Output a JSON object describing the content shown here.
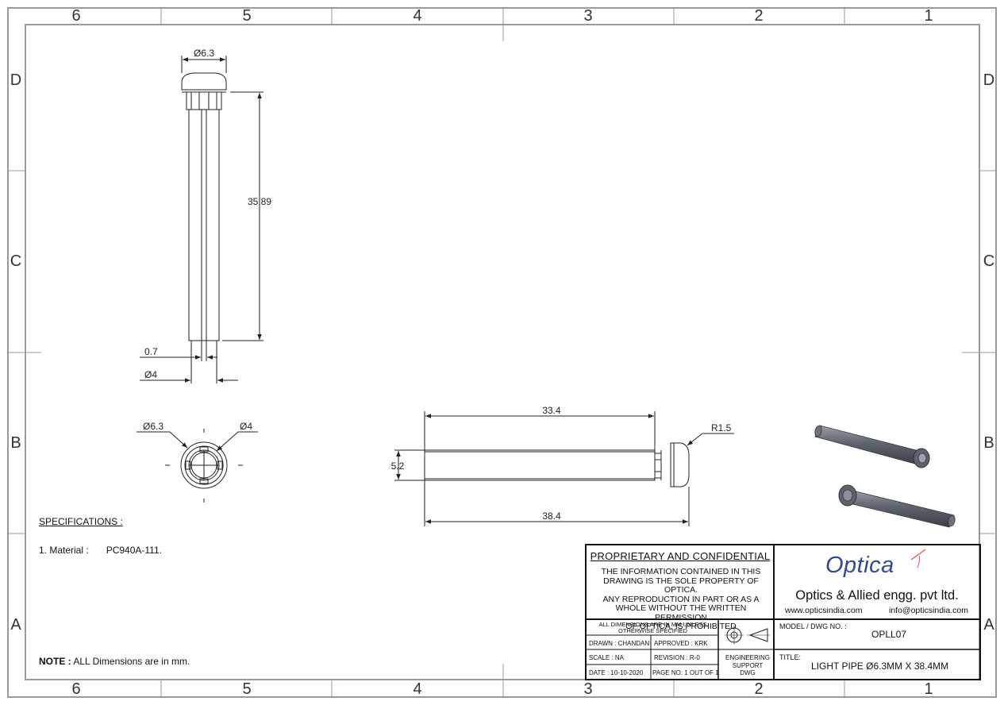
{
  "border": {
    "columns": [
      "6",
      "5",
      "4",
      "3",
      "2",
      "1"
    ],
    "rows": [
      "D",
      "C",
      "B",
      "A"
    ]
  },
  "dimensions": {
    "top_dia": "Ø6.3",
    "length": "35.89",
    "wall": "0.7",
    "dia_small": "Ø4",
    "end_dia_outer": "Ø6.3",
    "end_dia_inner": "Ø4",
    "side_length": "33.4",
    "side_height": "5.2",
    "overall_length": "38.4",
    "radius": "R1.5"
  },
  "specifications": {
    "title": "SPECIFICATIONS :",
    "material_label": "1. Material :",
    "material_value": "PC940A-111."
  },
  "note": {
    "label": "NOTE :",
    "text": "ALL Dimensions are in mm."
  },
  "title_block": {
    "proprietary_title": "PROPRIETARY AND CONFIDENTIAL",
    "proprietary_body": "THE INFORMATION CONTAINED IN THIS\nDRAWING IS THE SOLE PROPERTY OF OPTICA.\nANY REPRODUCTION  IN PART OR AS A\nWHOLE WITHOUT THE WRITTEN PERMISSION\nOF OPTICA, IS PROHIBITED",
    "logo": "Optica",
    "company": "Optics & Allied engg. pvt ltd.",
    "website": "www.opticsindia.com",
    "email": "info@opticsindia.com",
    "units_note": "ALL DIMENSIONS ARE IN MM UNLESS\nOTHERWISE SPECIFIED",
    "drawn": "DRAWN : CHANDAN",
    "approved": "APPROVED : KRK",
    "scale": "SCALE : NA",
    "revision": "REVISION : R-0",
    "date": "DATE : 10-10-2020",
    "page": "PAGE NO: 1 OUT OF 1",
    "engineering": "ENGINEERING\nSUPPORT\nDWG",
    "model_label": "MODEL / DWG NO. :",
    "model_value": "OPLL07",
    "title_label": "TITLE:",
    "title_value": "LIGHT PIPE  Ø6.3MM X 38.4MM"
  },
  "colors": {
    "line": "#222222",
    "frame": "#9a9a9a",
    "logo_blue": "#2b4a9a",
    "logo_accent": "#d9534f",
    "model_gray": "#6e7280"
  }
}
